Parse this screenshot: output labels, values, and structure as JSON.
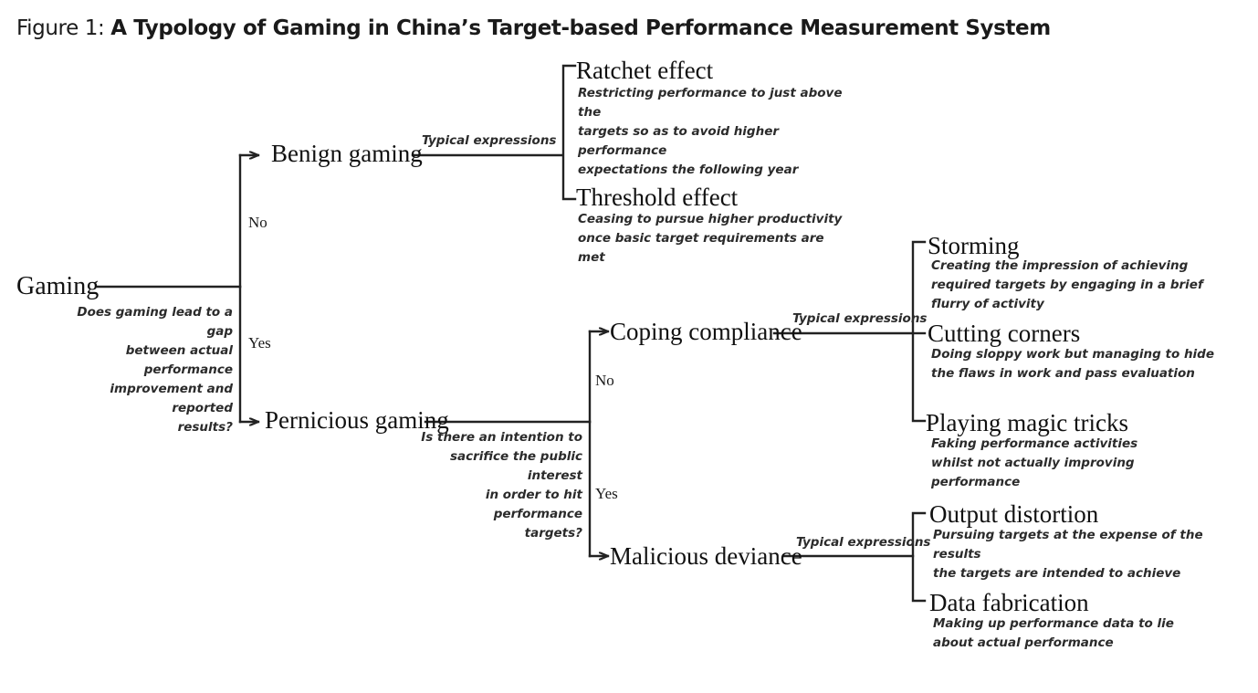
{
  "figure": {
    "number_prefix": "Figure 1: ",
    "title": "A Typology of Gaming in China’s Target-based Performance Measurement System"
  },
  "diagram": {
    "type": "decision-tree",
    "root": {
      "label": "Gaming",
      "question": "Does gaming lead to a gap between actual performance improvement and reported results?",
      "question_lines": [
        "Does gaming lead to a gap",
        "between actual performance",
        "improvement and reported",
        "results?"
      ]
    },
    "branch_labels": {
      "level1_no": "No",
      "level1_yes": "Yes",
      "level2_no": "No",
      "level2_yes": "Yes"
    },
    "edge_labels": {
      "typical_expressions_benign": "Typical expressions",
      "typical_expressions_coping": "Typical expressions",
      "typical_expressions_malicious": "Typical expressions"
    },
    "nodes": {
      "benign_gaming": {
        "label": "Benign gaming"
      },
      "pernicious_gaming": {
        "label": "Pernicious gaming",
        "question": "Is there an intention to sacrifice the public interest in order to hit performance targets?",
        "question_lines": [
          "Is there an intention to",
          "sacrifice the public interest",
          "in order to hit performance",
          "targets?"
        ]
      },
      "coping_compliance": {
        "label": "Coping compliance"
      },
      "malicious_deviance": {
        "label": "Malicious deviance"
      }
    },
    "leaves": {
      "ratchet_effect": {
        "label": "Ratchet effect",
        "description": "Restricting performance to just above the targets so as to avoid higher performance expectations the following year",
        "description_lines": [
          "Restricting performance to just above the",
          "targets so as to avoid higher performance",
          "expectations the following year"
        ]
      },
      "threshold_effect": {
        "label": "Threshold effect",
        "description": "Ceasing to pursue higher productivity once basic target requirements are met",
        "description_lines": [
          "Ceasing to pursue higher productivity",
          "once basic target requirements are met"
        ]
      },
      "storming": {
        "label": "Storming",
        "description": "Creating the impression of achieving required targets by engaging in a brief flurry of activity",
        "description_lines": [
          "Creating the impression of achieving",
          "required targets by engaging in a brief",
          "flurry of activity"
        ]
      },
      "cutting_corners": {
        "label": "Cutting corners",
        "description": "Doing sloppy work but managing to hide the flaws in work and pass evaluation",
        "description_lines": [
          "Doing sloppy work but managing to hide",
          "the flaws in work and pass evaluation"
        ]
      },
      "playing_magic_tricks": {
        "label": "Playing magic tricks",
        "description": "Faking performance activities whilst not actually improving performance",
        "description_lines": [
          "Faking performance activities",
          "whilst not actually improving",
          "performance"
        ]
      },
      "output_distortion": {
        "label": "Output distortion",
        "description": "Pursuing targets at the expense of the results the targets are intended to achieve",
        "description_lines": [
          "Pursuing targets at the expense of the results",
          "the targets are intended to achieve"
        ]
      },
      "data_fabrication": {
        "label": "Data fabrication",
        "description": "Making up performance data to lie about actual performance",
        "description_lines": [
          "Making up performance data to lie",
          "about actual performance"
        ]
      }
    },
    "colors": {
      "background": "#ffffff",
      "line": "#222222",
      "text": "#111111",
      "description_text": "#2b2b2b"
    }
  }
}
